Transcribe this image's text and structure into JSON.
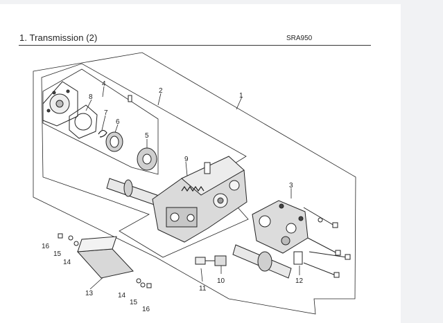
{
  "header": {
    "section_title": "1. Transmission (2)",
    "model_code": "SRA950"
  },
  "callouts": [
    {
      "id": "c1",
      "label": "1"
    },
    {
      "id": "c2",
      "label": "2"
    },
    {
      "id": "c3",
      "label": "3"
    },
    {
      "id": "c4",
      "label": "4"
    },
    {
      "id": "c5",
      "label": "5"
    },
    {
      "id": "c6",
      "label": "6"
    },
    {
      "id": "c7",
      "label": "7"
    },
    {
      "id": "c8",
      "label": "8"
    },
    {
      "id": "c9",
      "label": "9"
    },
    {
      "id": "c10",
      "label": "10"
    },
    {
      "id": "c11",
      "label": "11"
    },
    {
      "id": "c12",
      "label": "12"
    },
    {
      "id": "c13",
      "label": "13"
    },
    {
      "id": "c14a",
      "label": "14"
    },
    {
      "id": "c15a",
      "label": "15"
    },
    {
      "id": "c16a",
      "label": "16"
    },
    {
      "id": "c14b",
      "label": "14"
    },
    {
      "id": "c15b",
      "label": "15"
    },
    {
      "id": "c16b",
      "label": "16"
    }
  ],
  "colors": {
    "line": "#222222",
    "part_fill": "#ffffff",
    "shade": "#bdbdbd",
    "page_bg": "#f1f2f4"
  }
}
